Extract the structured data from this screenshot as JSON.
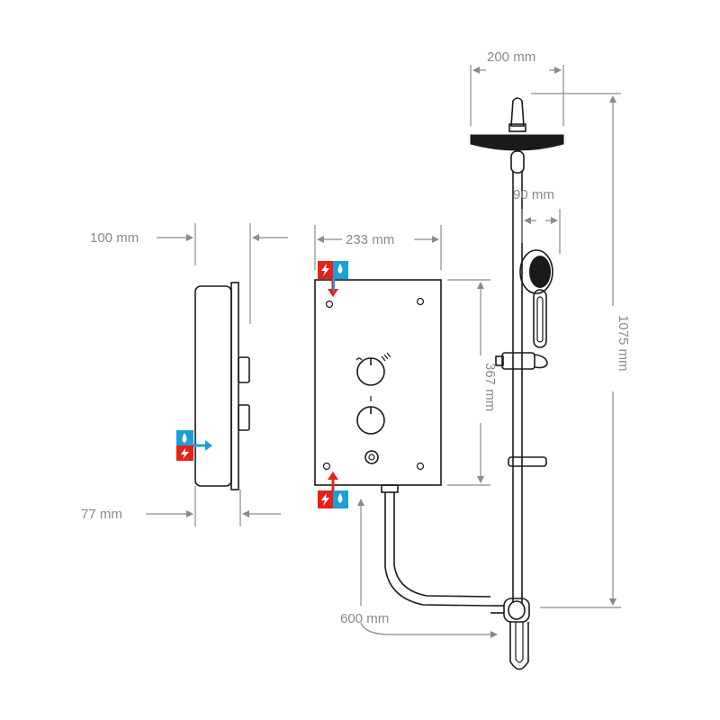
{
  "dimensions": {
    "depth_top": "100 mm",
    "depth_bottom": "77 mm",
    "unit_width": "233 mm",
    "unit_height": "367 mm",
    "riser_height": "1075 mm",
    "head_width": "200 mm",
    "handset_offset": "90 mm",
    "hose_length": "600 mm"
  },
  "colors": {
    "line": "#1a1a1a",
    "dimension": "#8a8a8a",
    "hot_red": "#e32219",
    "cold_blue": "#1b9fd9"
  },
  "icons": {
    "electric_water_supply": "lightning-bolt-and-water-drop-icon"
  }
}
